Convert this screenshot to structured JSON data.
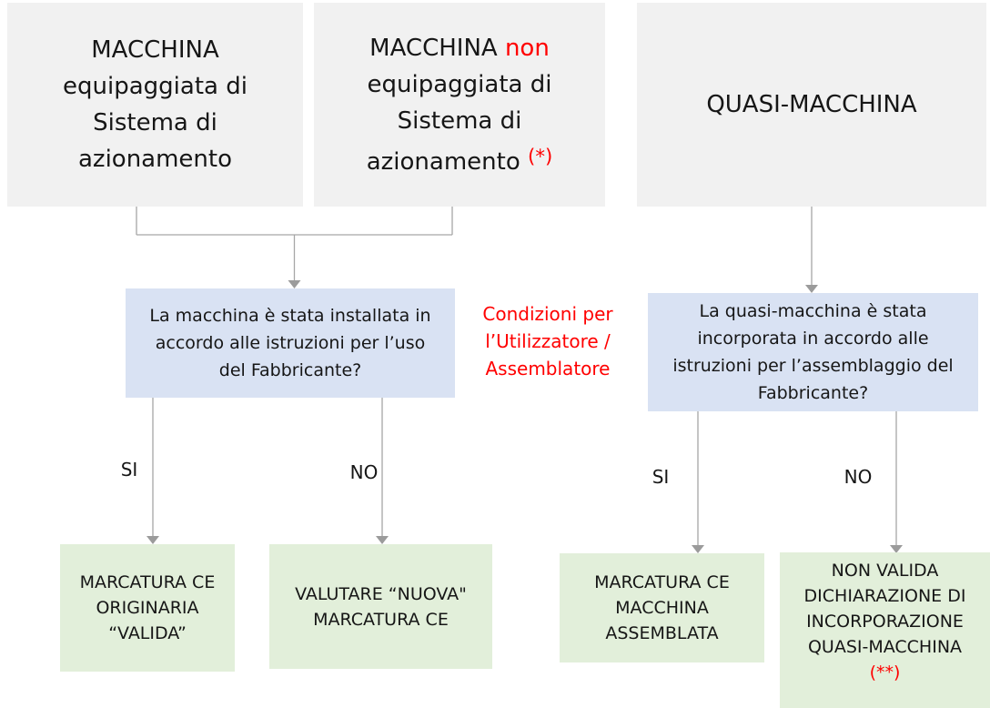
{
  "colors": {
    "source_box_bg": "#f1f1f1",
    "question_box_bg": "#d9e2f3",
    "result_box_bg": "#e2efda",
    "highlight_red": "#ff0000",
    "connector_gray": "#a6a6a6",
    "text_color": "#161616"
  },
  "top_boxes": [
    {
      "lines": [
        "MACCHINA",
        "equipaggiata di",
        "Sistema di",
        "azionamento"
      ]
    },
    {
      "line1_black": "MACCHINA",
      "line1_red": " non",
      "line2": "equipaggiata di",
      "line3": "Sistema di",
      "line4_black": "azionamento ",
      "line4_footnote": "(*)"
    },
    {
      "label": "QUASI-MACCHINA"
    }
  ],
  "question_boxes": {
    "left": {
      "lines": [
        "La macchina è stata installata in",
        "accordo alle istruzioni per l’uso",
        "del Fabbricante?"
      ]
    },
    "right": {
      "lines": [
        "La quasi-macchina è stata",
        "incorporata in accordo alle",
        "istruzioni per l’assemblaggio del",
        "Fabbricante?"
      ]
    }
  },
  "note": {
    "lines": [
      "Condizioni per",
      "l’Utilizzatore /",
      "Assemblatore"
    ]
  },
  "branch_labels": {
    "left_yes": "SI",
    "left_no": "NO",
    "right_yes": "SI",
    "right_no": "NO"
  },
  "result_boxes": [
    {
      "lines": [
        "MARCATURA CE",
        "ORIGINARIA",
        "“VALIDA”"
      ]
    },
    {
      "lines": [
        "VALUTARE “NUOVA\"",
        "MARCATURA CE"
      ]
    },
    {
      "lines": [
        "MARCATURA CE",
        "MACCHINA",
        "ASSEMBLATA"
      ]
    },
    {
      "lines": [
        "NON VALIDA",
        "DICHIARAZIONE DI",
        "INCORPORAZIONE",
        "QUASI-MACCHINA"
      ],
      "footnote": "(**)"
    }
  ]
}
